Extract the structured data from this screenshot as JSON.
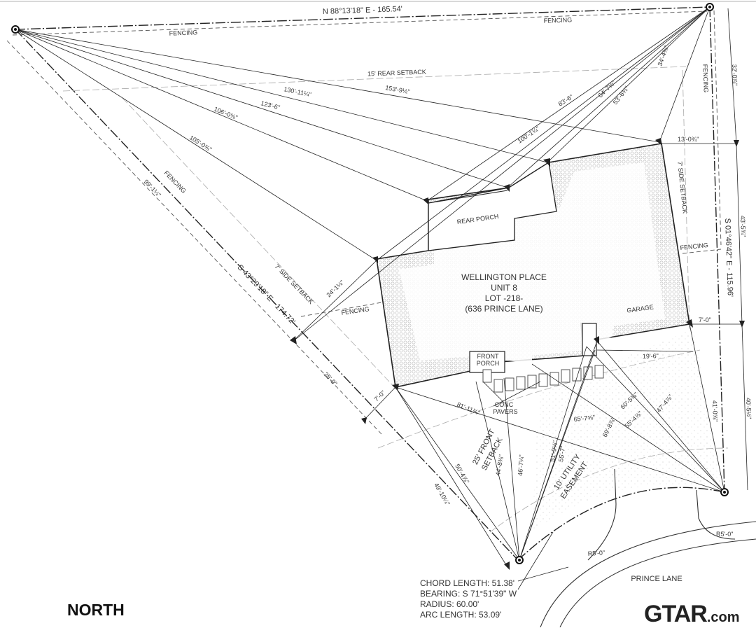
{
  "plat": {
    "north_label": "NORTH",
    "lot": {
      "line1": "WELLINGTON PLACE",
      "line2": "UNIT 8",
      "line3": "LOT -218-",
      "line4": "(636 PRINCE LANE)"
    },
    "labels": {
      "rear_porch": "REAR PORCH",
      "front_porch_1": "FRONT",
      "front_porch_2": "PORCH",
      "garage": "GARAGE",
      "conc_1": "CONC",
      "conc_2": "PAVERS",
      "fencing": "FENCING",
      "rear_setback": "15' REAR SETBACK",
      "side_setback_left": "7' SIDE SETBACK",
      "side_setback_right": "7' SIDE SETBACK",
      "front_setback_1": "25' FRONT",
      "front_setback_2": "SETBACK",
      "utility_1": "10' UTILITY",
      "utility_2": "EASEMENT",
      "street": "PRINCE LANE"
    },
    "bearings": {
      "north": "N 88°13'18\" E - 165.54'",
      "west": "S 43°29'18\" E - 174.72'",
      "east": "S 01°46'42\" E - 115.96'"
    },
    "dims": {
      "d1": "130'-11¼\"",
      "d2": "153'-9½\"",
      "d3": "123'-6\"",
      "d4": "106'-0⅝\"",
      "d5": "105'-0⅝\"",
      "d6": "99'-1¼\"",
      "d7": "83'-6\"",
      "d8": "100'-1¼\"",
      "d9": "64'-7½\"",
      "d10": "53'-6¾\"",
      "d11": "34'-4⅜\"",
      "d12": "32'-0⅞\"",
      "d13": "13'-0¾\"",
      "d14": "43'-5¾\"",
      "d15": "7'-0\"",
      "d16": "19'-6\"",
      "d17": "24'-1¼\"",
      "d18": "25'-9\"",
      "d19": "7'-0\"",
      "d20": "81'-11¾\"",
      "d21": "50'-4⅞\"",
      "d22": "49'-10¼\"",
      "d23": "44'-8⅜\"",
      "d24": "46'-7¼\"",
      "d25": "51'-9½\"",
      "d26": "55'-7\"",
      "d27": "65'-7⅝\"",
      "d28": "69'-8⅞\"",
      "d29": "60'-5¾\"",
      "d30": "55'-4⅞\"",
      "d31": "47'-4⅞\"",
      "d32": "41'-0⅝\"",
      "d33": "40'-5½\"",
      "d34": "R5'-0\"",
      "d35": "R5'-0\""
    },
    "curve": {
      "chord": "CHORD LENGTH: 51.38'",
      "bearing": "BEARING: S 71°51'39\" W",
      "radius": "RADIUS: 60.00'",
      "arc": "ARC LENGTH: 53.09'"
    },
    "watermark": {
      "text": "GTAR",
      "suffix": ".com"
    },
    "colors": {
      "ink": "#222222",
      "pavers": "#cfcfcf"
    }
  }
}
